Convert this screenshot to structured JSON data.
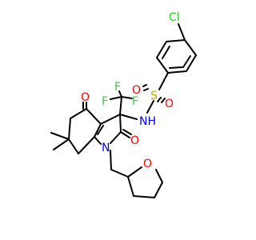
{
  "colors": {
    "background": "#ffffff",
    "bond": "#000000",
    "carbon": "#000000",
    "oxygen": "#ff0000",
    "nitrogen": "#0000ff",
    "sulfur": "#b2b200",
    "fluorine": "#33cc33",
    "chlorine": "#1fd01f"
  },
  "atoms": {
    "Cl": {
      "text": "Cl",
      "color": "#1fd01f"
    },
    "S": {
      "text": "S",
      "color": "#b2b200"
    },
    "O_s1": {
      "text": "O",
      "color": "#ff0000"
    },
    "O_s2": {
      "text": "O",
      "color": "#ff0000"
    },
    "NH": {
      "text": "NH",
      "color": "#0000ff"
    },
    "F1": {
      "text": "F",
      "color": "#33cc33"
    },
    "F2": {
      "text": "F",
      "color": "#33cc33"
    },
    "F3": {
      "text": "F",
      "color": "#33cc33"
    },
    "O_ketone": {
      "text": "O",
      "color": "#ff0000"
    },
    "O_amide": {
      "text": "O",
      "color": "#ff0000"
    },
    "N_ring": {
      "text": "N",
      "color": "#0000ff"
    },
    "O_thf": {
      "text": "O",
      "color": "#ff0000"
    }
  }
}
